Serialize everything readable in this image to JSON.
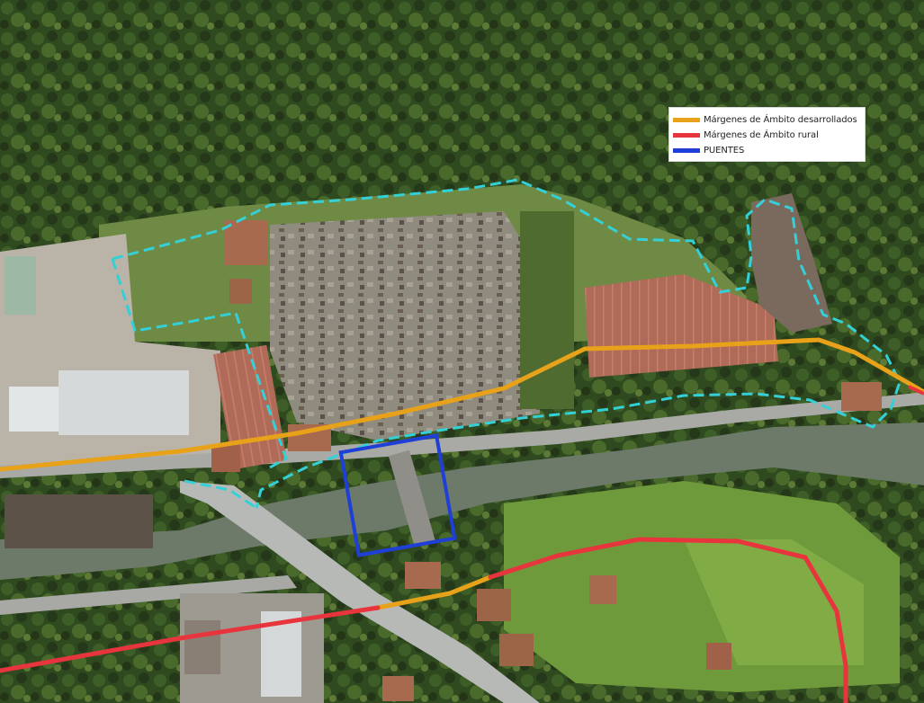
{
  "legend": {
    "items": [
      {
        "label": "Márgenes de Ámbito desarrollados",
        "color": "#e8a21a",
        "icon": "line-swatch"
      },
      {
        "label": "Márgenes de Ámbito rural",
        "color": "#e8343c",
        "icon": "line-swatch"
      },
      {
        "label": "PUENTES",
        "color": "#1f3fd6",
        "icon": "line-swatch"
      }
    ]
  },
  "colors": {
    "study_boundary": "#34d0d8",
    "forest": "#2f4a1f",
    "meadow": "#5f8a38",
    "river": "#6d7a6a",
    "road": "#b7b9b6",
    "roof_red": "#b06a58",
    "roof_grey": "#d6d9da"
  }
}
